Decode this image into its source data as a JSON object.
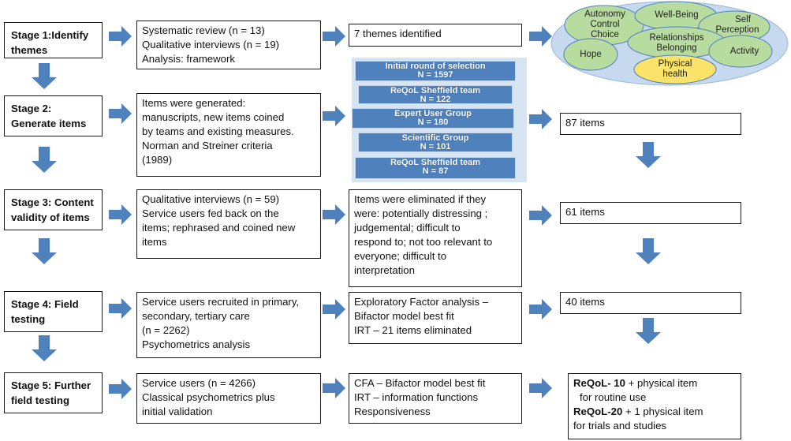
{
  "stages": [
    {
      "id": "s1",
      "lines": [
        "Stage 1:Identify",
        "themes"
      ]
    },
    {
      "id": "s2",
      "lines": [
        "Stage 2:",
        "Generate items"
      ]
    },
    {
      "id": "s3",
      "lines": [
        "Stage 3: Content",
        "validity of items"
      ]
    },
    {
      "id": "s4",
      "lines": [
        "Stage 4: Field",
        "testing"
      ]
    },
    {
      "id": "s5",
      "lines": [
        "Stage 5: Further",
        "field testing"
      ]
    }
  ],
  "methods": [
    {
      "id": "m1",
      "lines": [
        "Systematic review  (n = 13)",
        "Qualitative interviews   (n = 19)",
        "Analysis:  framework"
      ]
    },
    {
      "id": "m2",
      "lines": [
        "Items were generated:",
        "manuscripts, new items coined",
        "by teams and existing measures.",
        "Norman and Streiner criteria",
        "(1989)"
      ]
    },
    {
      "id": "m3",
      "lines": [
        "Qualitative interviews   (n = 59)",
        "Service users fed back on the",
        "items; rephrased and coined new",
        "items"
      ]
    },
    {
      "id": "m4",
      "lines": [
        "Service users recruited in primary,",
        "secondary, tertiary care",
        "(n = 2262)",
        "Psychometrics analysis"
      ]
    },
    {
      "id": "m5",
      "lines": [
        "Service users (n = 4266)",
        "Classical psychometrics plus",
        "initial validation"
      ]
    }
  ],
  "analysis": [
    {
      "id": "a1",
      "lines": [
        "7 themes  identified"
      ]
    },
    {
      "id": "a3",
      "lines": [
        "Items were eliminated  if they",
        "were: potentially distressing ;",
        "judgemental;  difficult to",
        "respond to; not too relevant to",
        "everyone;  difficult to",
        "interpretation"
      ]
    },
    {
      "id": "a4",
      "lines": [
        "Exploratory Factor analysis –",
        "Bifactor model best fit",
        "IRT – 21 items eliminated"
      ]
    },
    {
      "id": "a5",
      "lines": [
        "CFA   – Bifactor model best fit",
        "IRT    – information  functions",
        "Responsiveness"
      ]
    }
  ],
  "selection_stack": [
    {
      "title": "Initial round of selection",
      "n": "N  = 1597"
    },
    {
      "title": "ReQoL Sheffield team",
      "n": "N  = 122"
    },
    {
      "title": "Expert User Group",
      "n": "N  = 180"
    },
    {
      "title": "Scientific Group",
      "n": "N  = 101"
    },
    {
      "title": "ReQoL Sheffield team",
      "n": "N  = 87"
    }
  ],
  "results": {
    "r2": "87 items",
    "r3": "61 items",
    "r4": "40 items",
    "r5": {
      "line1_bold": "ReQoL- 10",
      "line1_rest": " + physical item",
      "line2": "for routine use",
      "line3_bold": "ReQoL-20",
      "line3_rest": " + 1 physical item",
      "line4": " for trials and studies"
    }
  },
  "themes": {
    "autonomy": [
      "Autonomy",
      "Control",
      "Choice"
    ],
    "wellbeing": "Well-Being",
    "self_perception": [
      "Self",
      "Perception"
    ],
    "relationships": [
      "Relationships",
      "Belonging"
    ],
    "hope": "Hope",
    "activity": "Activity",
    "physical": [
      "Physical",
      "health"
    ]
  },
  "colors": {
    "arrow": "#4f81bd",
    "stack_item": "#4f81bd",
    "stack_bg": "#d7e4f2",
    "cluster_outer": "#c6d9ef",
    "ellipse_green": "#b8dca0",
    "ellipse_yellow": "#fbe36a"
  }
}
